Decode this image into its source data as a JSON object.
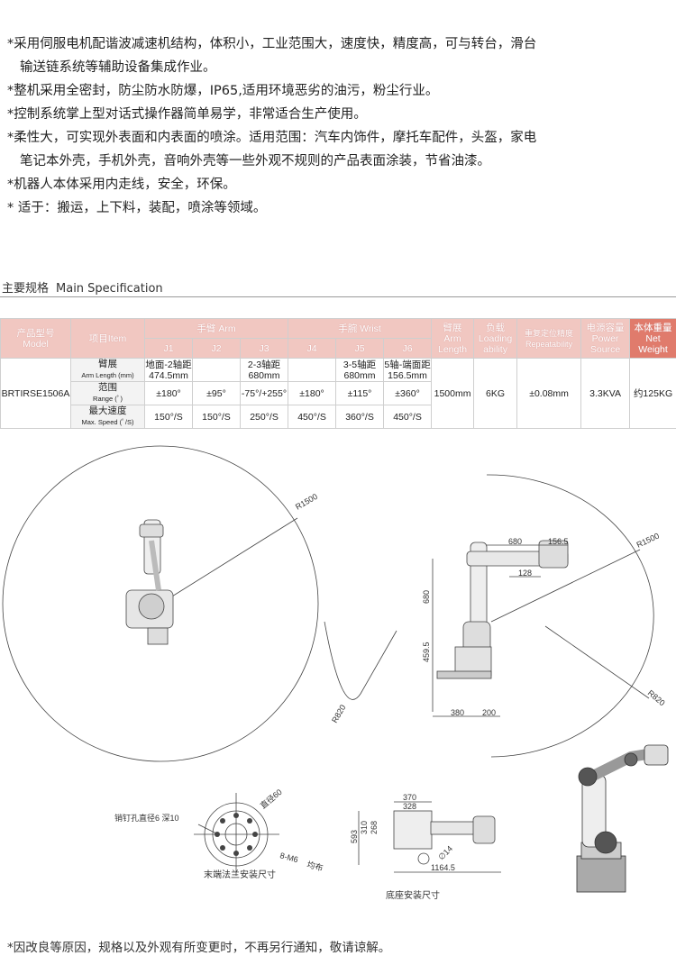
{
  "features": [
    "*采用伺服电机配谐波减速机结构，体积小，工业范围大，速度快，精度高，可与转台，滑台",
    "输送链系统等辅助设备集成作业。",
    "*整机采用全密封，防尘防水防爆，IP65,适用环境恶劣的油污，粉尘行业。",
    "*控制系统掌上型对话式操作器简单易学，非常适合生产使用。",
    "*柔性大，可实现外表面和内表面的喷涂。适用范围：汽车内饰件，摩托车配件，头盔，家电",
    "笔记本外壳，手机外壳，音响外壳等一些外观不规则的产品表面涂装，节省油漆。",
    "*机器人本体采用内走线，安全，环保。",
    "* 适于：搬运，上下料，装配，喷涂等领域。"
  ],
  "spec": {
    "title_cn": "主要规格",
    "title_en": "Main Specification",
    "h_model_cn": "产品型号",
    "h_model_en": "Model",
    "h_item": "项目Item",
    "h_arm": "手臂 Arm",
    "h_wrist": "手腕 Wrist",
    "joints": [
      "J1",
      "J2",
      "J3",
      "J4",
      "J5",
      "J6"
    ],
    "h_armlen": [
      "臂展",
      "Arm",
      "Length"
    ],
    "h_load": [
      "负载",
      "Loading",
      "ability"
    ],
    "h_repeat": [
      "重复定位精度",
      "Repeatability"
    ],
    "h_power": [
      "电源容量",
      "Power",
      "Source"
    ],
    "h_weight": [
      "本体重量",
      "Net Weight"
    ],
    "model": "BRTIRSE1506A",
    "rows": [
      {
        "label_cn": "臂展",
        "label_en": "Arm Length (mm)",
        "cells": [
          [
            "地面-2轴距",
            "474.5mm"
          ],
          [
            ""
          ],
          [
            "2-3轴距",
            "680mm"
          ],
          [
            ""
          ],
          [
            "3-5轴距",
            "680mm"
          ],
          [
            "5轴-端面距",
            "156.5mm"
          ]
        ]
      },
      {
        "label_cn": "范围",
        "label_en": "Range (ﾟ)",
        "cells": [
          [
            "±180°"
          ],
          [
            "±95°"
          ],
          [
            "-75°/+255°"
          ],
          [
            "±180°"
          ],
          [
            "±115°"
          ],
          [
            "±360°"
          ]
        ]
      },
      {
        "label_cn": "最大速度",
        "label_en": "Max. Speed (ﾟ/S)",
        "cells": [
          [
            "150°/S"
          ],
          [
            "150°/S"
          ],
          [
            "250°/S"
          ],
          [
            "450°/S"
          ],
          [
            "360°/S"
          ],
          [
            "450°/S"
          ]
        ]
      }
    ],
    "arm_length": "1500mm",
    "load": "6KG",
    "repeat": "±0.08mm",
    "power": "3.3KVA",
    "weight": "约125KG"
  },
  "diagrams": {
    "r1500_a": "R1500",
    "r1500_b": "R1500",
    "r820_a": "R820",
    "r820_b": "R820",
    "d680_h": "680",
    "d1565": "156.5",
    "d128": "128",
    "d680_v": "680",
    "d4595": "459.5",
    "d380": "380",
    "d200": "200",
    "flange_hole": "销钉孔直径6  深10",
    "flange_dia": "直径60",
    "flange_m6": "8-M6",
    "flange_even": "均布",
    "flange_caption": "末端法兰安装尺寸",
    "b370": "370",
    "b328": "328",
    "b593": "593",
    "b310": "310",
    "b268": "268",
    "b14": "∅14",
    "b11645": "1164.5",
    "base_caption": "底座安装尺寸"
  },
  "note": "*因改良等原因，规格以及外观有所变更时，不再另行通知，敬请谅解。"
}
